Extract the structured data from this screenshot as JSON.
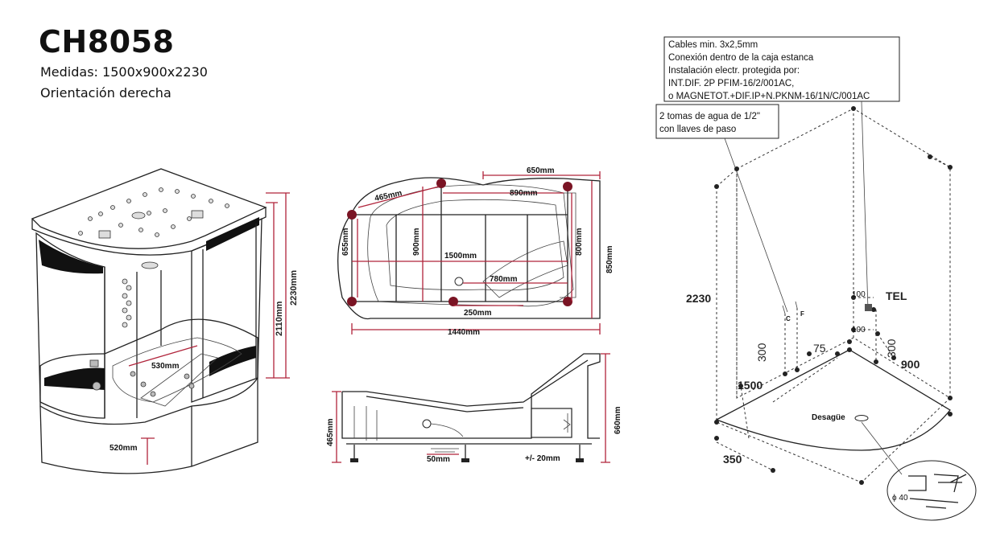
{
  "header": {
    "model": "CH8058",
    "measures": "Medidas: 1500x900x2230",
    "orientation": "Orientación derecha"
  },
  "shower_view": {
    "dims": {
      "total_height": "2230mm",
      "cabin_height": "2110mm",
      "tray_height": "520mm",
      "tub_width": "530mm"
    }
  },
  "top_view": {
    "dims": {
      "d650": "650mm",
      "d465": "465mm",
      "d890": "890mm",
      "d655": "655mm",
      "d900": "900mm",
      "d1500": "1500mm",
      "d800": "800mm",
      "d850": "850mm",
      "d780": "780mm",
      "d250": "250mm",
      "d1440": "1440mm"
    }
  },
  "side_view": {
    "dims": {
      "d465": "465mm",
      "d50": "50mm",
      "d20": "+/- 20mm",
      "d660": "660mm"
    }
  },
  "install_view": {
    "electric_note": [
      "Cables min. 3x2,5mm",
      "Conexión dentro de la caja estanca",
      "Instalación electr. protegida por:",
      "INT.DIF. 2P PFIM-16/2/001AC,",
      "o MAGNETOT.+DIF.IP+N.PKNM-16/1N/C/001AC"
    ],
    "water_note": [
      "2 tomas de agua de 1/2\"",
      "con llaves de paso"
    ],
    "dims": {
      "h2230": "2230",
      "w1500": "1500",
      "w900": "900",
      "w350": "350",
      "h300a": "300",
      "h300b": "300",
      "d75": "75",
      "d100a": "100",
      "d100b": "100",
      "tel": "TEL",
      "c": "C",
      "f": "F",
      "drain": "Desagüe",
      "phi": "ϕ 40"
    }
  }
}
